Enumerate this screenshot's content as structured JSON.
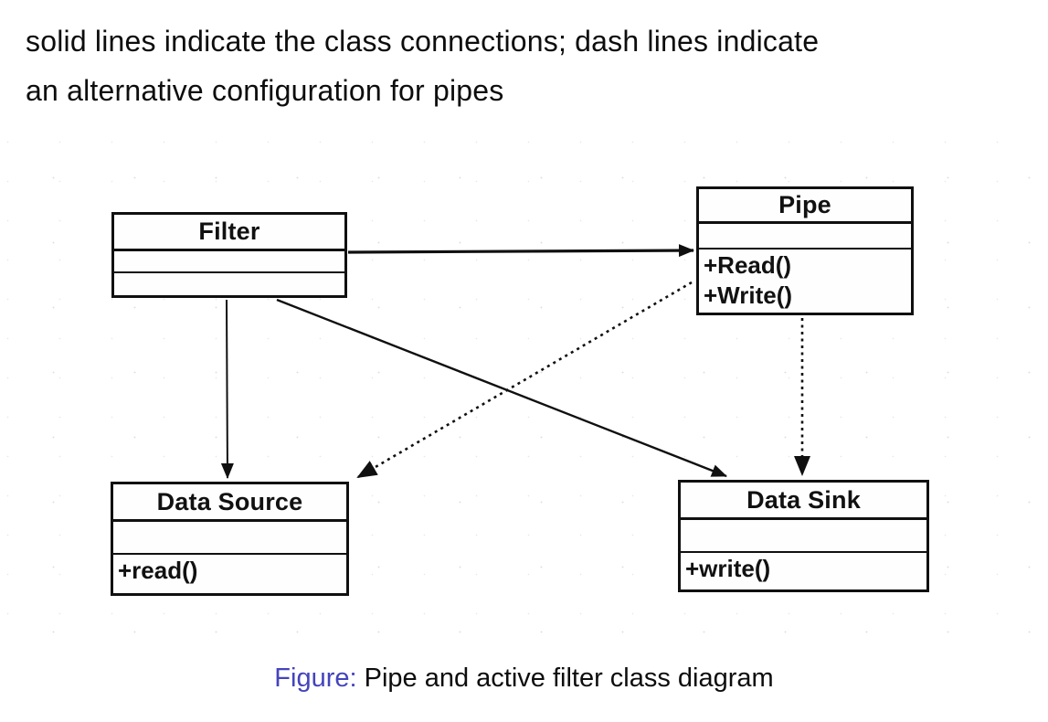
{
  "header": {
    "lines": [
      "solid lines indicate the class connections; dash lines indicate",
      "an alternative configuration for pipes"
    ]
  },
  "diagram": {
    "type": "uml-class-diagram",
    "classes": [
      {
        "name": "Filter",
        "attributes": [],
        "methods": []
      },
      {
        "name": "Pipe",
        "attributes": [],
        "methods": [
          "+Read()",
          "+Write()"
        ]
      },
      {
        "name": "Data Source",
        "attributes": [],
        "methods": [
          "+read()"
        ]
      },
      {
        "name": "Data Sink",
        "attributes": [],
        "methods": [
          "+write()"
        ]
      }
    ],
    "connections": [
      {
        "from": "Filter",
        "to": "Pipe",
        "style": "solid"
      },
      {
        "from": "Filter",
        "to": "Data Source",
        "style": "solid"
      },
      {
        "from": "Filter",
        "to": "Data Sink",
        "style": "solid"
      },
      {
        "from": "Pipe",
        "to": "Data Source",
        "style": "dotted"
      },
      {
        "from": "Pipe",
        "to": "Data Sink",
        "style": "dotted"
      }
    ]
  },
  "caption": {
    "label": "Figure:",
    "text": " Pipe and active filter class diagram"
  },
  "colors": {
    "ink": "#111111",
    "background": "#ffffff",
    "caption_label": "#4444bc"
  }
}
